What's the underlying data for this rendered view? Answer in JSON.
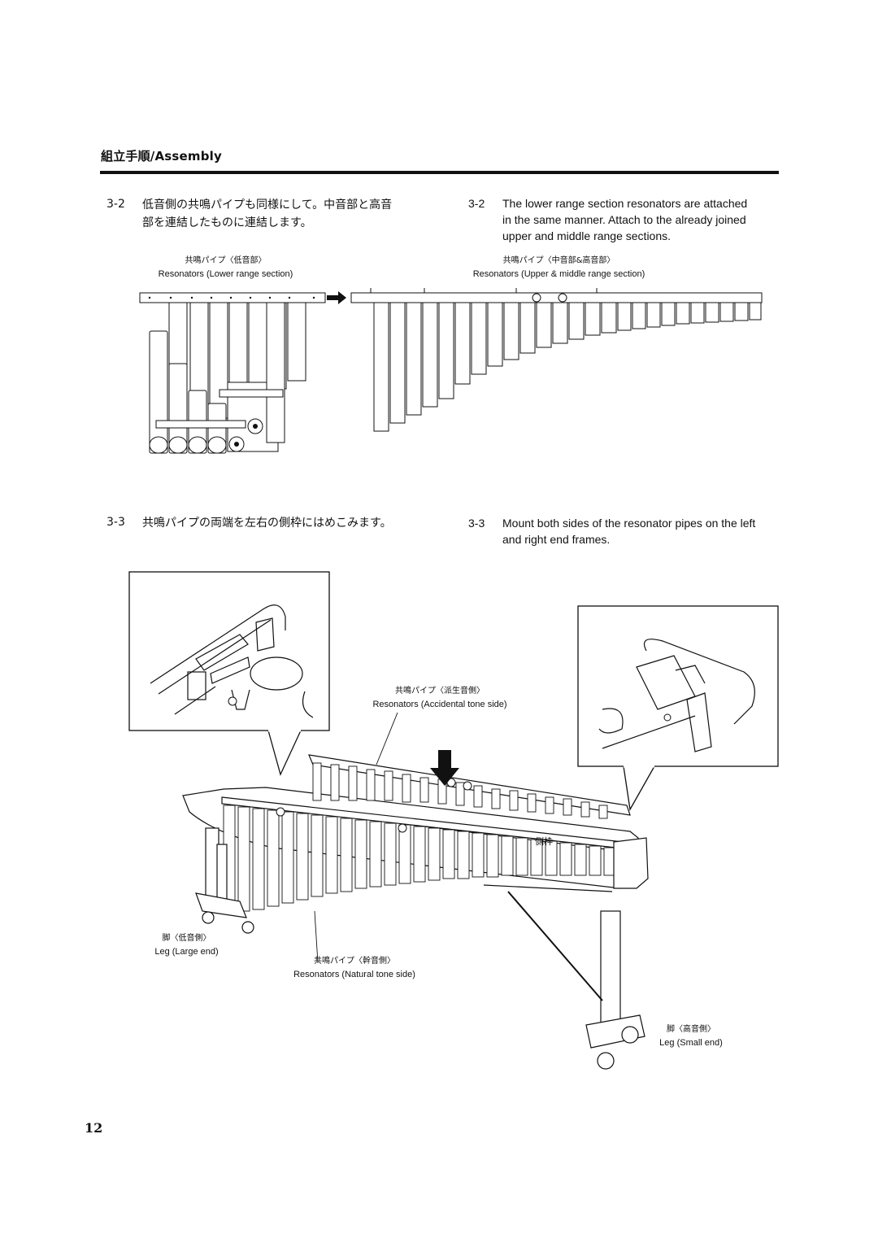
{
  "section": {
    "title": "組立手順/Assembly"
  },
  "steps": [
    {
      "number": "3-2",
      "jp": [
        "低音側の共鳴パイプも同様にして。中音部と高音",
        "部を連結したものに連結します。"
      ],
      "en": [
        "The lower range section resonators are attached",
        "in the same manner. Attach to the already joined",
        "upper and middle range sections."
      ]
    },
    {
      "number": "3-3",
      "jp": [
        "共鳴パイプの両端を左右の側枠にはめこみます。"
      ],
      "en": [
        "Mount both sides of the resonator pipes on the left",
        "and right end frames."
      ]
    }
  ],
  "figure1": {
    "left_label_jp": "共鳴パイプ〈低音部〉",
    "left_label_en": "Resonators (Lower range section)",
    "right_label_jp": "共鳴パイプ〈中音部&高音部〉",
    "right_label_en": "Resonators (Upper & middle range section)"
  },
  "figure2": {
    "accidental_jp": "共鳴パイプ〈派生音側〉",
    "accidental_en": "Resonators (Accidental tone side)",
    "natural_jp": "共鳴パイプ〈幹音側〉",
    "natural_en": "Resonators (Natural tone side)",
    "leg_large_jp": "脚〈低音側〉",
    "leg_large_en": "Leg (Large end)",
    "leg_small_jp": "脚〈高音側〉",
    "leg_small_en": "Leg (Small end)",
    "frame_label": "側枠"
  },
  "page": {
    "number": "12"
  }
}
